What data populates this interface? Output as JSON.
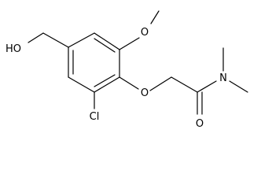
{
  "molecule": {
    "atoms": {
      "ho": "HO",
      "o_methoxy": "O",
      "o_ether": "O",
      "o_carbonyl": "O",
      "n": "N",
      "cl": "Cl"
    }
  },
  "colors": {
    "bond": "#000000",
    "background": "#ffffff"
  }
}
